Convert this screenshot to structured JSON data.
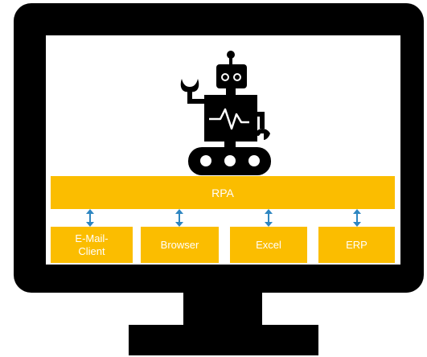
{
  "diagram": {
    "rpa_label": "RPA",
    "apps": [
      {
        "label": "E-Mail-\nClient"
      },
      {
        "label": "Browser"
      },
      {
        "label": "Excel"
      },
      {
        "label": "ERP"
      }
    ],
    "icons": {
      "robot": "robot-icon",
      "monitor": "monitor-icon",
      "connector": "double-arrow-icon"
    },
    "colors": {
      "accent": "#FBBD00",
      "connector": "#2E86C1",
      "frame": "#000000",
      "text_on_accent": "#FFFFFF"
    }
  }
}
